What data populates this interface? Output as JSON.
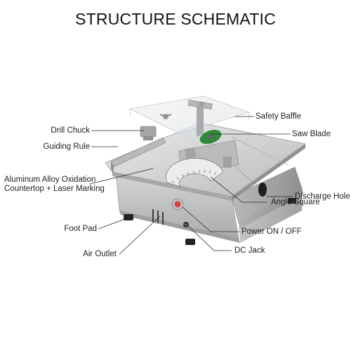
{
  "title": "STRUCTURE SCHEMATIC",
  "labels": {
    "safety_baffle": "Safety Baffle",
    "drill_chuck": "Drill Chuck",
    "saw_blade": "Saw Blade",
    "guiding_rule": "Guiding Rule",
    "aluminum_line1": "Aluminum Alloy Oxidation",
    "aluminum_line2": "Countertop + Laser Marking",
    "discharge_hole": "Discharge Hole",
    "angle_square": "Angle Square",
    "foot_pad": "Foot Pad",
    "power": "Power ON / OFF",
    "air_outlet": "Air Outlet",
    "dc_jack": "DC Jack"
  },
  "colors": {
    "leader": "#2a2a2a",
    "body_silver": "#c9cbcd",
    "body_dark": "#9a9c9e",
    "power_red": "#d8413a"
  }
}
